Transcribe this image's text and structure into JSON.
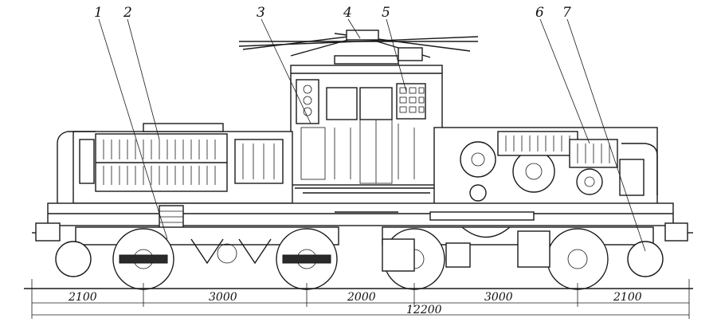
{
  "callouts": [
    {
      "label": "1"
    },
    {
      "label": "2"
    },
    {
      "label": "3"
    },
    {
      "label": "4"
    },
    {
      "label": "5"
    },
    {
      "label": "6"
    },
    {
      "label": "7"
    }
  ],
  "dimensions": {
    "segments": [
      "2100",
      "3000",
      "2000",
      "3000",
      "2100"
    ],
    "total": "12200"
  }
}
